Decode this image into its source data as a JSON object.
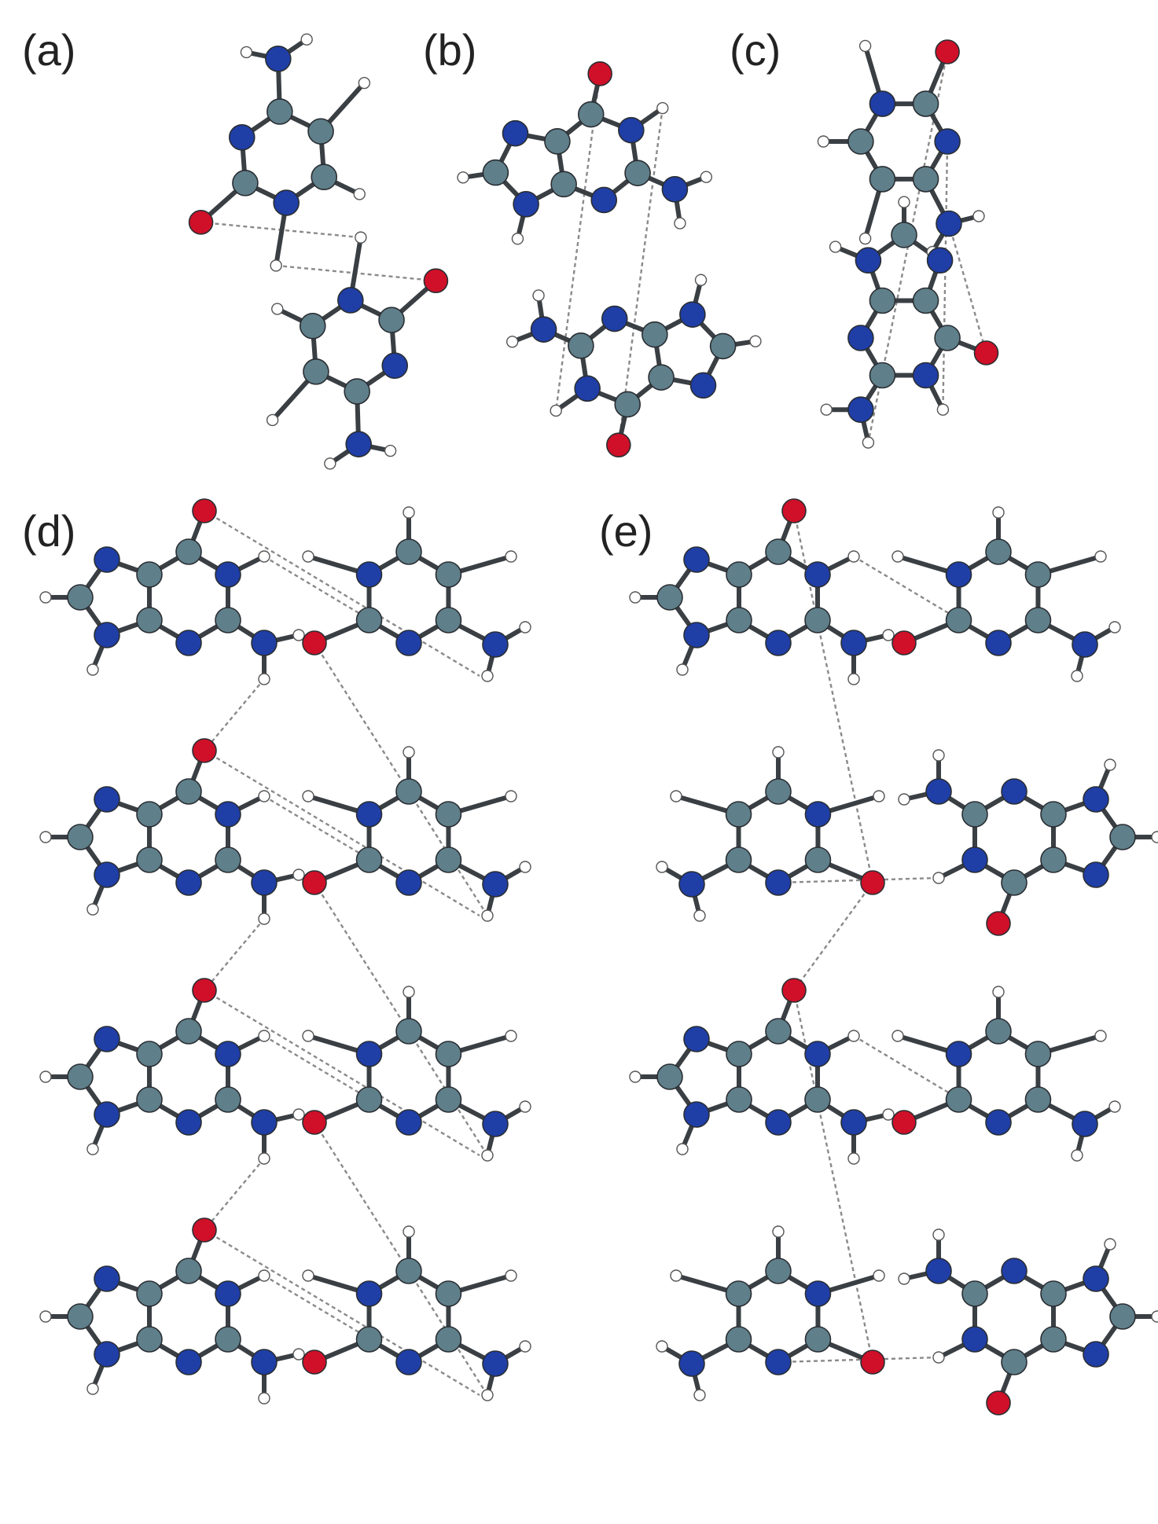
{
  "panels": [
    {
      "id": "a",
      "label": "(a)"
    },
    {
      "id": "b",
      "label": "(b)"
    },
    {
      "id": "c",
      "label": "(c)"
    },
    {
      "id": "d",
      "label": "(d)"
    },
    {
      "id": "e",
      "label": "(e)"
    }
  ],
  "colors": {
    "carbon": "#5f7f8a",
    "nitrogen": "#1f3ea6",
    "oxygen": "#cf1028",
    "hydrogen": "#ffffff",
    "bond": "#3a3f44",
    "hbond": "#8a8a8a"
  }
}
